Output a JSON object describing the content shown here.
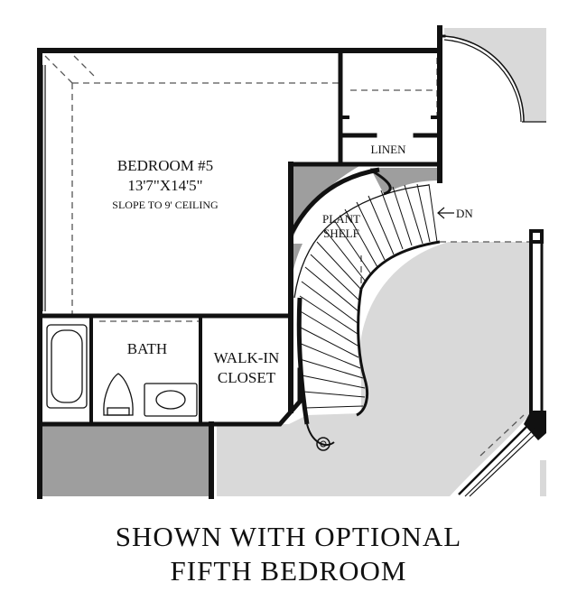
{
  "rooms": {
    "bedroom": {
      "name": "BEDROOM #5",
      "size": "13'7\"X14'5\"",
      "note": "SLOPE TO 9' CEILING"
    },
    "linen": "LINEN",
    "plant_shelf": [
      "PLANT",
      "SHELF"
    ],
    "bath": "BATH",
    "walk_in_closet": [
      "WALK-IN",
      "CLOSET"
    ],
    "stair_direction": "DN"
  },
  "caption": [
    "SHOWN WITH OPTIONAL",
    "FIFTH BEDROOM"
  ],
  "colors": {
    "wall": "#111111",
    "shaded": "#9e9e9e",
    "open_to_below": "#d9d9d9",
    "background": "#ffffff"
  }
}
